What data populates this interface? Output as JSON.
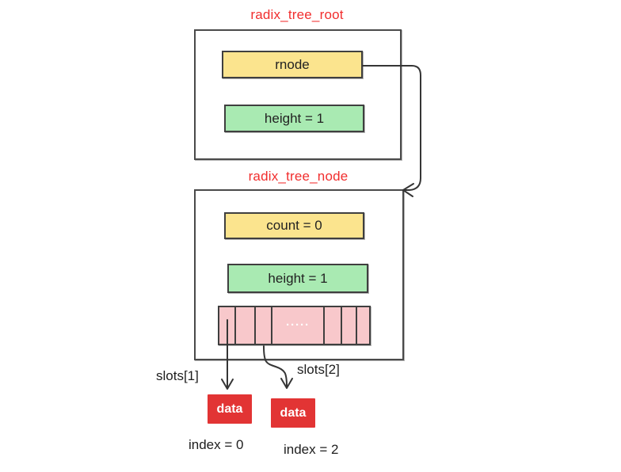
{
  "root_box": {
    "title": "radix_tree_root",
    "rnode_label": "rnode",
    "height_label": "height = 1"
  },
  "node_box": {
    "title": "radix_tree_node",
    "count_label": "count = 0",
    "height_label": "height = 1",
    "slots_dots": "·····"
  },
  "pointers": {
    "slots1_label": "slots[1]",
    "slots2_label": "slots[2]"
  },
  "data_nodes": {
    "left": {
      "label": "data",
      "index_label": "index = 0"
    },
    "right": {
      "label": "data",
      "index_label": "index = 2"
    }
  },
  "colors": {
    "field_yellow": "#fbe48e",
    "field_green": "#a9eab2",
    "slots_pink": "#f8c8cb",
    "data_red": "#e23434",
    "title_red": "#f12e2e",
    "border_gray": "#4a4a4a"
  }
}
